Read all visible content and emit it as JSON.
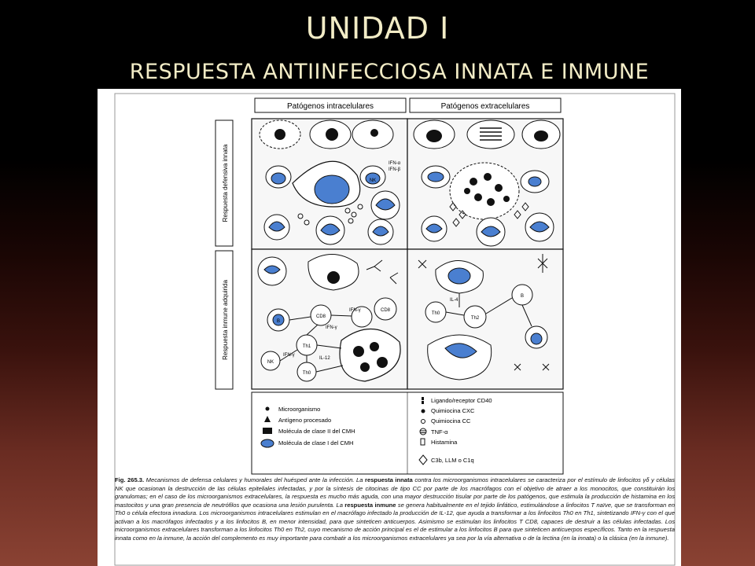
{
  "slide": {
    "title": "UNIDAD I",
    "subtitle": "RESPUESTA ANTIINFECCIOSA INNATA E INMUNE"
  },
  "figure": {
    "columns": [
      "Patógenos intracelulares",
      "Patógenos extracelulares"
    ],
    "rows": [
      "Respuesta defensiva innata",
      "Respuesta inmune adquirida"
    ],
    "cells": {
      "innate_intra": [
        "NK",
        "IFN-α",
        "IFN-β"
      ],
      "adaptive_intra": [
        "B",
        "CD8",
        "CD8",
        "Th1",
        "Th0",
        "NK",
        "IFN-γ",
        "IFN-γ",
        "IFN-γ",
        "IL-12"
      ],
      "adaptive_extra": [
        "IL-4",
        "Th0",
        "Th2",
        "B"
      ]
    },
    "legend_left": [
      "Microorganismo",
      "Antígeno procesado",
      "Molécula de clase II del CMH",
      "Molécula de clase I del CMH"
    ],
    "legend_right": [
      "Ligando/receptor CD40",
      "Quimiocina CXC",
      "Quimiocina CC",
      "TNF-α",
      "Histamina",
      "C3b, LLM o C1q"
    ],
    "caption": {
      "label": "Fig. 265.3.",
      "text_1": "Mecanismos de defensa celulares y humorales del huésped ante la infección. La",
      "bold_1": "respuesta innata",
      "text_2": "contra los microorganismos intracelulares se caracteriza por el estímulo de linfocitos γδ y células NK que ocasionan la destrucción de las células epiteliales infectadas, y por la síntesis de citocinas de tipo CC por parte de los macrófagos con el objetivo de atraer a los monocitos, que constituirán los granulomas; en el caso de los microorganismos extracelulares, la respuesta es mucho más aguda, con una mayor destrucción tisular por parte de los patógenos, que estimula la producción de histamina en los mastocitos y una gran presencia de neutrófilos que ocasiona una lesión purulenta. La",
      "bold_2": "respuesta inmune",
      "text_3": "se genera habitualmente en el tejido linfático, estimulándose a linfocitos T naïve, que se transforman en Th0 o célula efectora innadura. Los microorganismos intracelulares estimulan en el macrófago infectado la producción de IL-12, que ayuda a transformar a los linfocitos Th0 en Th1, sintetizando IFN-γ con el que activan a los macrófagos infectados y a los linfocitos B, en menor intensidad, para que sinteticen anticuerpos. Asimismo se estimulan los linfocitos T CD8, capaces de destruir a las células infectadas. Los microorganismos extracelulares transforman a los linfocitos Th0 en Th2, cuyo mecanismo de acción principal es el de estimular a los linfocitos B para que sinteticen anticuerpos específicos. Tanto en la respuesta innata como en la inmune, la acción del complemento es muy importante para combatir a los microorganismos extracelulares ya sea por la vía alternativa o de la lectina (en la innata) o la clásica (en la inmune)."
    }
  },
  "colors": {
    "title_text": "#f2ecc6",
    "cell_blue": "#4a7fd0",
    "line": "#111111"
  }
}
